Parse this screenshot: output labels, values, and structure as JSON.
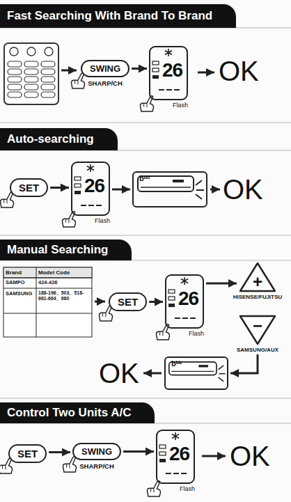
{
  "diagram": {
    "nodes": [
      {
        "text": [
          "Fast Searching With Brand To Brand"
        ]
      },
      {
        "text": [
          "SWING",
          "SHARP/CH"
        ]
      },
      {
        "text": [
          "26",
          "Flash"
        ]
      },
      {
        "text": [
          "Auto-searching"
        ]
      },
      {
        "text": [
          "SET"
        ]
      },
      {
        "text": [
          "26",
          "Flash"
        ]
      },
      {
        "text": [
          "bᵇᵇ"
        ]
      },
      {
        "text": [
          "Manual Searching"
        ]
      },
      {
        "text": [
          "SET"
        ]
      },
      {
        "text": [
          "26",
          "Flash"
        ]
      },
      {
        "text": [
          "+",
          "HISENSE/FUJITSU"
        ]
      },
      {
        "text": [
          "−",
          "SAMSUNG/AUX"
        ]
      },
      {
        "text": [
          "bᵇᵇ"
        ]
      },
      {
        "text": [
          "Control Two Units A/C"
        ]
      },
      {
        "text": [
          "SET"
        ]
      },
      {
        "text": [
          "SWING",
          "SHARP/CH"
        ]
      },
      {
        "text": [
          "26",
          "Flash"
        ]
      }
    ],
    "edges": [
      {
        "from": 1,
        "to": 2,
        "arrow": "to"
      },
      {
        "from": 4,
        "to": 5,
        "arrow": "to"
      },
      {
        "from": 5,
        "to": 6,
        "arrow": "to"
      },
      {
        "from": 8,
        "to": 9,
        "arrow": "to"
      },
      {
        "from": 9,
        "to": 10,
        "arrow": "to"
      },
      {
        "from": 11,
        "to": 12,
        "arrow": "to"
      },
      {
        "from": 14,
        "to": 15,
        "arrow": "to"
      },
      {
        "from": 15,
        "to": 16,
        "arrow": "to"
      }
    ],
    "labels": [
      "OK",
      "OK",
      "Brand",
      "Model Code",
      "SAMPO",
      "424-426",
      "SAMSUNG",
      "188-196、503、518- 661-664、680",
      "OK",
      "OK"
    ]
  }
}
